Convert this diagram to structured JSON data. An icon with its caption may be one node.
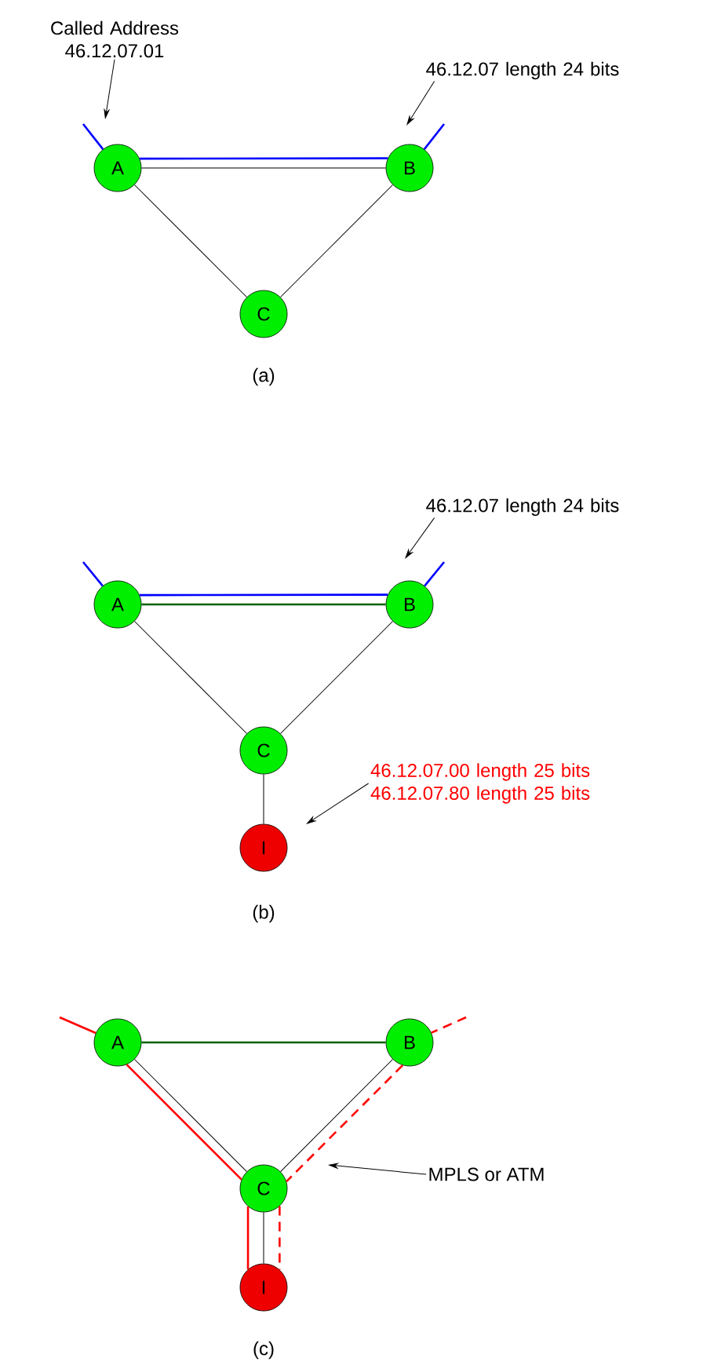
{
  "diagram": {
    "nodes": [
      {
        "text": [
          "A"
        ]
      },
      {
        "text": [
          "B"
        ]
      },
      {
        "text": [
          "C"
        ]
      },
      {
        "text": [
          "Called Address 46.12.07.01"
        ]
      },
      {
        "text": [
          "46.12.07 length 24 bits"
        ]
      },
      {
        "text": [
          "A"
        ]
      },
      {
        "text": [
          "B"
        ]
      },
      {
        "text": [
          "C"
        ]
      },
      {
        "text": [
          "I"
        ]
      },
      {
        "text": [
          "46.12.07 length 24 bits"
        ]
      },
      {
        "text": [
          "46.12.07.00 length 25 bits",
          "46.12.07.80 length 25 bits"
        ]
      },
      {
        "text": [
          "A"
        ]
      },
      {
        "text": [
          "B"
        ]
      },
      {
        "text": [
          "C"
        ]
      },
      {
        "text": [
          "I"
        ]
      },
      {
        "text": [
          "MPLS or ATM"
        ]
      }
    ],
    "edges": [
      {
        "from": 0,
        "to": 1,
        "arrow": "none"
      },
      {
        "from": 0,
        "to": 2,
        "arrow": "none"
      },
      {
        "from": 1,
        "to": 2,
        "arrow": "none"
      },
      {
        "from": 0,
        "to": 1,
        "arrow": "none",
        "color": "#0000ff"
      },
      {
        "from": null,
        "to": 0,
        "arrow": "none",
        "color": "#0000ff"
      },
      {
        "from": 1,
        "to": null,
        "arrow": "none",
        "color": "#0000ff"
      },
      {
        "from": 3,
        "to": null,
        "arrow": "to"
      },
      {
        "from": 4,
        "to": null,
        "arrow": "to"
      },
      {
        "from": 5,
        "to": 6,
        "arrow": "none",
        "color": "#006000"
      },
      {
        "from": 5,
        "to": 7,
        "arrow": "none"
      },
      {
        "from": 6,
        "to": 7,
        "arrow": "none"
      },
      {
        "from": 7,
        "to": 8,
        "arrow": "none"
      },
      {
        "from": 5,
        "to": 6,
        "arrow": "none",
        "color": "#0000ff"
      },
      {
        "from": null,
        "to": 5,
        "arrow": "none",
        "color": "#0000ff"
      },
      {
        "from": 6,
        "to": null,
        "arrow": "none",
        "color": "#0000ff"
      },
      {
        "from": 9,
        "to": null,
        "arrow": "to"
      },
      {
        "from": 10,
        "to": null,
        "arrow": "to"
      },
      {
        "from": 11,
        "to": 12,
        "arrow": "none",
        "color": "#006000"
      },
      {
        "from": 11,
        "to": 13,
        "arrow": "none"
      },
      {
        "from": 12,
        "to": 13,
        "arrow": "none"
      },
      {
        "from": 13,
        "to": 14,
        "arrow": "none"
      },
      {
        "from": null,
        "to": 11,
        "arrow": "none",
        "color": "#ff0000"
      },
      {
        "from": 11,
        "to": 13,
        "arrow": "none",
        "color": "#ff0000"
      },
      {
        "from": 13,
        "to": 14,
        "arrow": "none",
        "color": "#ff0000"
      },
      {
        "from": null,
        "to": 12,
        "arrow": "none",
        "style": "dashed",
        "color": "#ff0000"
      },
      {
        "from": 12,
        "to": 13,
        "arrow": "none",
        "style": "dashed",
        "color": "#ff0000"
      },
      {
        "from": 13,
        "to": 14,
        "arrow": "none",
        "style": "dashed",
        "color": "#ff0000"
      },
      {
        "from": 15,
        "to": null,
        "arrow": "to"
      }
    ],
    "labels": [
      "(a)",
      "(b)",
      "(c)"
    ]
  }
}
